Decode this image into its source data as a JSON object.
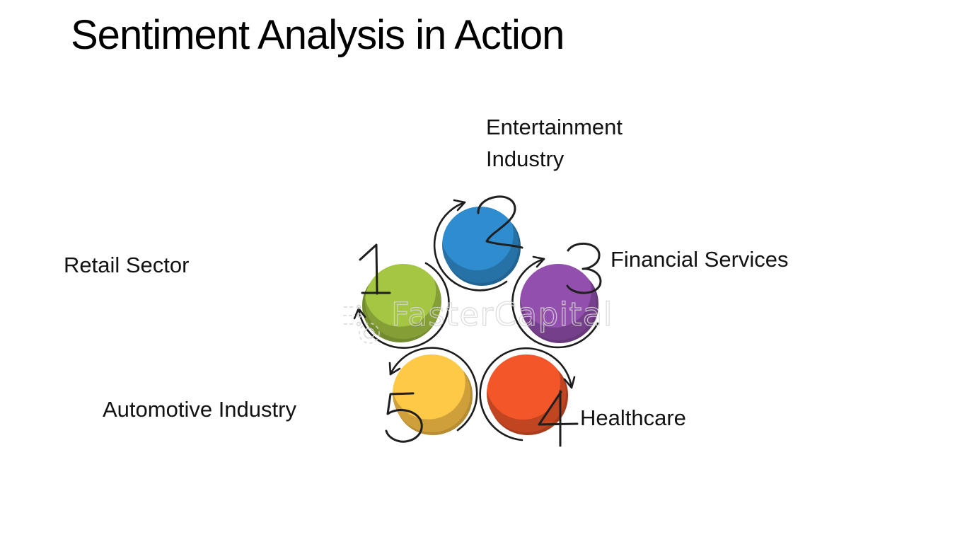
{
  "title": "Sentiment Analysis in Action",
  "watermark": {
    "text": "FasterCapital"
  },
  "diagram": {
    "items": [
      {
        "number": "1",
        "label": "Retail Sector",
        "color": "#9cbd3f"
      },
      {
        "number": "2",
        "label": "Entertainment Industry",
        "color": "#2d86c5"
      },
      {
        "number": "3",
        "label": "Financial Services",
        "color": "#8c4ba6"
      },
      {
        "number": "4",
        "label": "Healthcare",
        "color": "#e65227"
      },
      {
        "number": "5",
        "label": "Automotive Industry",
        "color": "#f6bf45"
      }
    ]
  }
}
